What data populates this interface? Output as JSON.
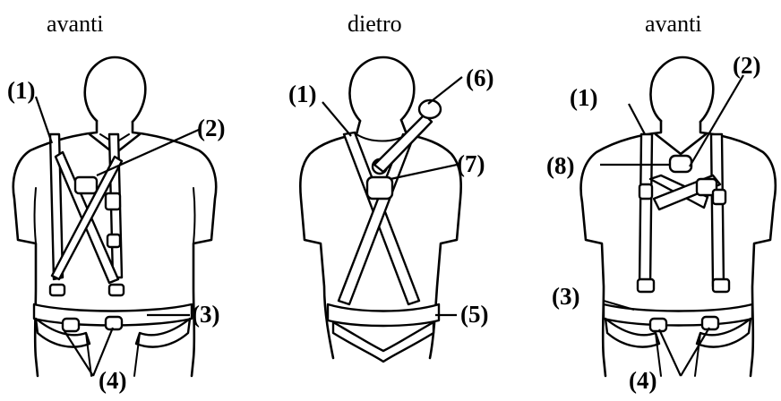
{
  "views": [
    {
      "caption": "avanti"
    },
    {
      "caption": "dietro"
    },
    {
      "caption": "avanti"
    }
  ],
  "labels": {
    "l1": "(1)",
    "l2": "(2)",
    "l3": "(3)",
    "l4": "(4)",
    "l5": "(5)",
    "l6": "(6)",
    "l7": "(7)",
    "l8": "(8)"
  }
}
